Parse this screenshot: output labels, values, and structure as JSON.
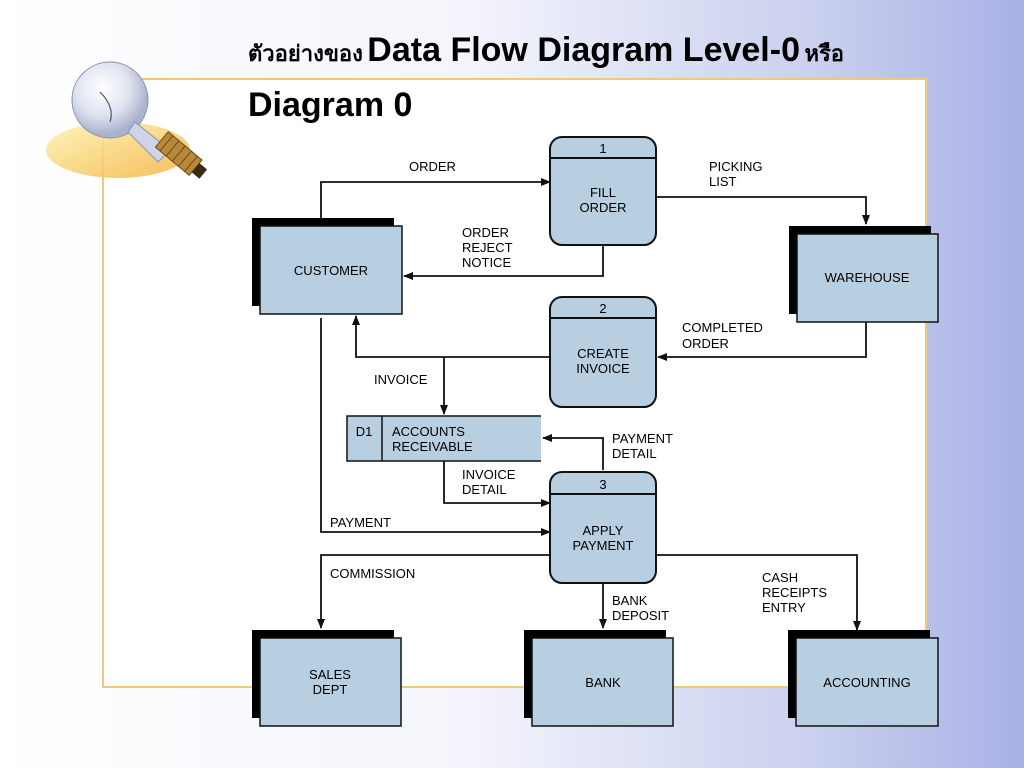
{
  "title": {
    "thai_prefix": "ตัวอย่างของ",
    "main": "Data Flow Diagram Level-0",
    "thai_connector": "หรือ",
    "line2": "Diagram 0"
  },
  "processes": [
    {
      "number": "1",
      "line1": "FILL",
      "line2": "ORDER"
    },
    {
      "number": "2",
      "line1": "CREATE",
      "line2": "INVOICE"
    },
    {
      "number": "3",
      "line1": "APPLY",
      "line2": "PAYMENT"
    }
  ],
  "entities": {
    "customer": "CUSTOMER",
    "warehouse": "WAREHOUSE",
    "sales_dept": [
      "SALES",
      "DEPT"
    ],
    "bank": "BANK",
    "accounting": "ACCOUNTING"
  },
  "datastore": {
    "id": "D1",
    "line1": "ACCOUNTS",
    "line2": "RECEIVABLE"
  },
  "flows": {
    "order": "ORDER",
    "picking_list": [
      "PICKING",
      "LIST"
    ],
    "order_reject_notice": [
      "ORDER",
      "REJECT",
      "NOTICE"
    ],
    "completed_order": [
      "COMPLETED",
      "ORDER"
    ],
    "invoice": "INVOICE",
    "payment_detail": [
      "PAYMENT",
      "DETAIL"
    ],
    "invoice_detail": [
      "INVOICE",
      "DETAIL"
    ],
    "payment": "PAYMENT",
    "commission": "COMMISSION",
    "bank_deposit": [
      "BANK",
      "DEPOSIT"
    ],
    "cash_receipts_entry": [
      "CASH",
      "RECEIPTS",
      "ENTRY"
    ]
  },
  "colors": {
    "box_fill": "#b7cfe0",
    "frame_border": "#f0c87a",
    "background_right": "#a9b1e6"
  },
  "decoration": {
    "image": "light-bulb-icon"
  }
}
